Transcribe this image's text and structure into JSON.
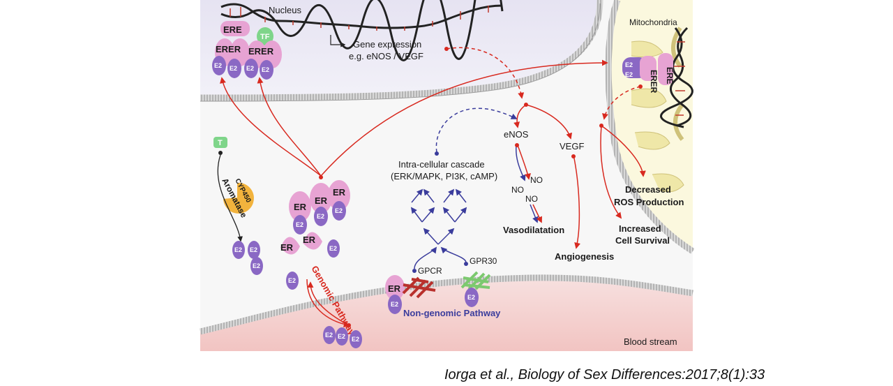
{
  "labels": {
    "nucleus": "Nucleus",
    "mitochondria": "Mitochondria",
    "gene_expression_1": "Gene expression",
    "gene_expression_2": "e.g. eNOS / VEGF",
    "ere": "ERE",
    "tf": "TF",
    "er": "ER",
    "erer": "ERER",
    "e2": "E2",
    "t": "T",
    "aromatase": "Aromatase",
    "cyp450": "CYP450",
    "cascade_1": "Intra-cellular cascade",
    "cascade_2": "(ERK/MAPK, PI3K, cAMP)",
    "enos": "eNOS",
    "vegf": "VEGF",
    "no": "NO",
    "vasodilatation": "Vasodilatation",
    "angiogenesis": "Angiogenesis",
    "decreased_1": "Decreased",
    "decreased_2": "ROS Production",
    "increased_1": "Increased",
    "increased_2": "Cell Survival",
    "gpcr": "GPCR",
    "gpr30": "GPR30",
    "non_genomic": "Non-genomic Pathway",
    "genomic": "Genomic Pathway",
    "blood_stream": "Blood stream"
  },
  "citation": "Iorga et al., Biology of Sex Differences:2017;8(1):33",
  "colors": {
    "red_arrow": "#d8291f",
    "blue_arrow": "#3a3c9c",
    "er_pink": "#e7a3d3",
    "e2_purple": "#8a68c4",
    "nucleus_fill": "#eceaf5",
    "blood_fill": "#f5d3d2",
    "mito_fill": "#fbf8de",
    "tf_green": "#7fd58a"
  }
}
